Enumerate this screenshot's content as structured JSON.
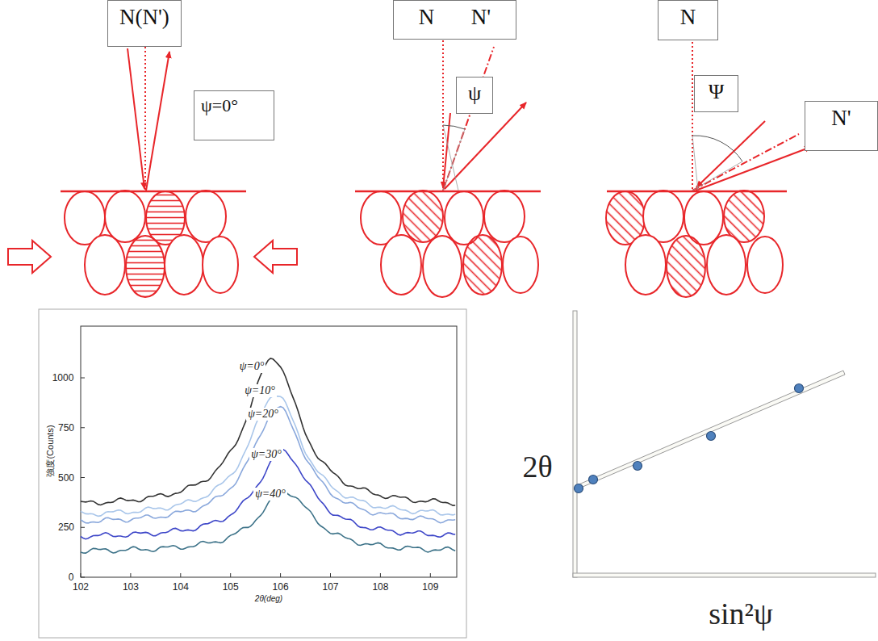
{
  "diagram": {
    "nodes": [
      {
        "text": [
          "N(N')"
        ]
      },
      {
        "text": [
          "ψ=0°"
        ]
      },
      {
        "text": [
          "N",
          "N'"
        ]
      },
      {
        "text": [
          "ψ"
        ]
      },
      {
        "text": [
          "N"
        ]
      },
      {
        "text": [
          "Ψ"
        ]
      },
      {
        "text": [
          "N'"
        ]
      }
    ],
    "labels": [
      "ψ=0°",
      "ψ=10°",
      "ψ=20°",
      "ψ=30°",
      "ψ=40°",
      "強度(Counts)",
      "0",
      "250",
      "500",
      "750",
      "1000",
      "102",
      "103",
      "104",
      "105",
      "106",
      "107",
      "108",
      "109",
      "2θ(deg)",
      "2θ",
      "sin²ψ"
    ]
  }
}
